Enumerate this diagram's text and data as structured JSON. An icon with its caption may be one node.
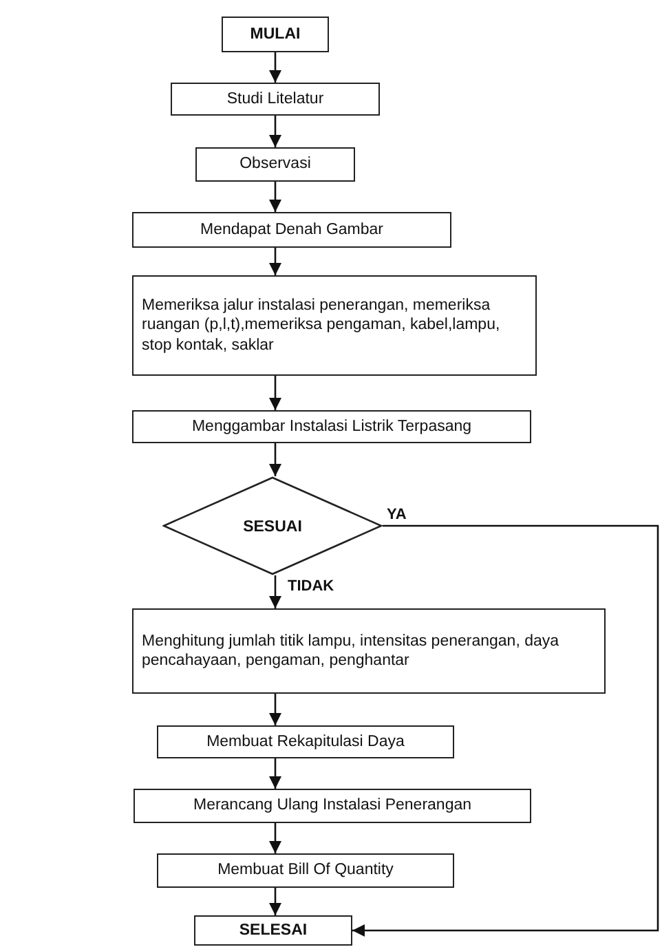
{
  "diagram": {
    "nodes": [
      {
        "text": [
          "MULAI"
        ]
      },
      {
        "text": [
          "Studi Litelatur"
        ]
      },
      {
        "text": [
          "Observasi"
        ]
      },
      {
        "text": [
          "Mendapat Denah Gambar"
        ]
      },
      {
        "text": [
          "Memeriksa jalur instalasi penerangan, memeriksa  ruangan (p,l,t),memeriksa pengaman, kabel,lampu, stop kontak, saklar"
        ]
      },
      {
        "text": [
          "Menggambar Instalasi Listrik Terpasang"
        ]
      },
      {
        "text": [
          "SESUAI"
        ]
      },
      {
        "text": [
          "Menghitung jumlah titik lampu, intensitas penerangan, daya pencahayaan, pengaman, penghantar"
        ]
      },
      {
        "text": [
          "Membuat Rekapitulasi Daya"
        ]
      },
      {
        "text": [
          "Merancang Ulang Instalasi Penerangan"
        ]
      },
      {
        "text": [
          "Membuat Bill Of Quantity"
        ]
      },
      {
        "text": [
          "SELESAI"
        ]
      }
    ],
    "edges": [
      {
        "from": 0,
        "to": 1,
        "arrow": "to"
      },
      {
        "from": 1,
        "to": 2,
        "arrow": "to"
      },
      {
        "from": 2,
        "to": 3,
        "arrow": "to"
      },
      {
        "from": 3,
        "to": 4,
        "arrow": "to"
      },
      {
        "from": 4,
        "to": 5,
        "arrow": "to"
      },
      {
        "from": 5,
        "to": 6,
        "arrow": "to"
      },
      {
        "from": 6,
        "to": 7,
        "arrow": "to",
        "label": "TIDAK"
      },
      {
        "from": 7,
        "to": 8,
        "arrow": "to"
      },
      {
        "from": 8,
        "to": 9,
        "arrow": "to"
      },
      {
        "from": 9,
        "to": 10,
        "arrow": "to"
      },
      {
        "from": 10,
        "to": 11,
        "arrow": "to"
      },
      {
        "from": 6,
        "to": 11,
        "arrow": "to",
        "label": "YA"
      }
    ]
  }
}
